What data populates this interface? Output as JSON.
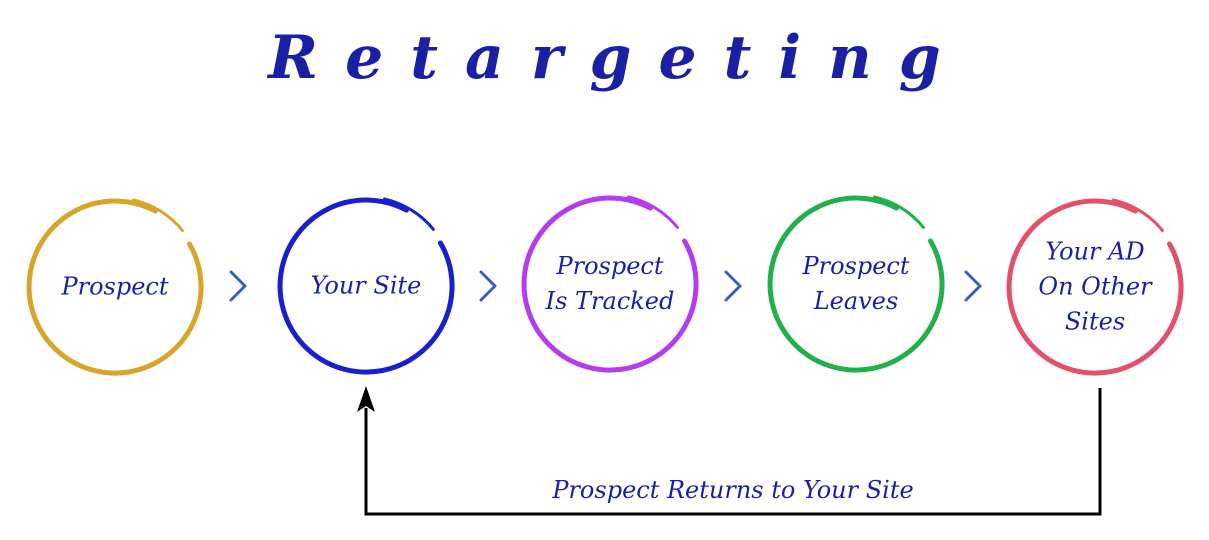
{
  "title": "Retargeting",
  "steps": [
    {
      "lines": [
        "Prospect"
      ],
      "color": "#d6a52a"
    },
    {
      "lines": [
        "Your Site"
      ],
      "color": "#1a1fcc"
    },
    {
      "lines": [
        "Prospect",
        "Is Tracked"
      ],
      "color": "#b43cf0"
    },
    {
      "lines": [
        "Prospect",
        "Leaves"
      ],
      "color": "#21b04b"
    },
    {
      "lines": [
        "Your AD",
        "On Other",
        "Sites"
      ],
      "color": "#e2506b"
    }
  ],
  "return_label": "Prospect Returns to Your Site",
  "colors": {
    "text": "#1a1fa3",
    "chevron": "#3a5bc8",
    "return_line": "#000000"
  }
}
